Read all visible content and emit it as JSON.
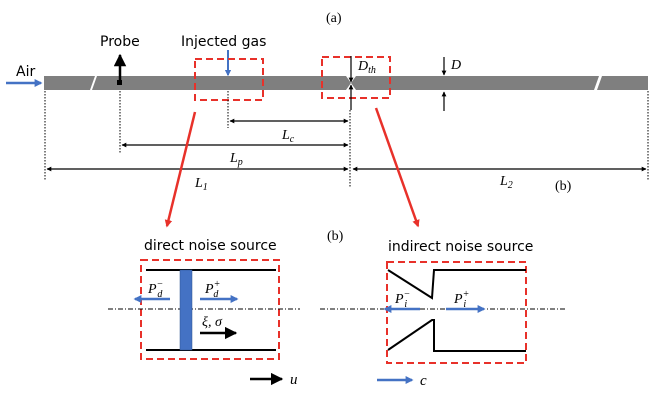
{
  "labels": {
    "panel_a": "(a)",
    "panel_b_top": "(b)",
    "panel_b_mid": "(b)",
    "air": "Air",
    "probe": "Probe",
    "injected_gas": "Injected gas",
    "d_th_main": "D",
    "d_th_sub": "th",
    "d": "D",
    "l_c_main": "L",
    "l_c_sub": "c",
    "l_p_main": "L",
    "l_p_sub": "p",
    "l_1_main": "L",
    "l_1_sub": "1",
    "l_2_main": "L",
    "l_2_sub": "2",
    "direct_title": "direct noise source",
    "indirect_title": "indirect noise source",
    "p_d_minus_main": "P",
    "p_d_minus_sub": "d",
    "p_d_minus_sup": "−",
    "p_d_plus_main": "P",
    "p_d_plus_sub": "d",
    "p_d_plus_sup": "+",
    "xi_sigma": "ξ, σ",
    "p_i_minus_main": "P",
    "p_i_minus_sub": "i",
    "p_i_minus_sup": "−",
    "p_i_plus_main": "P",
    "p_i_plus_sub": "i",
    "p_i_plus_sup": "+",
    "legend_u": "u",
    "legend_c": "c"
  },
  "colors": {
    "duct": "#7f7f7f",
    "highlight": "#e8312a",
    "acoustic": "#4472c4",
    "line": "#000000"
  }
}
